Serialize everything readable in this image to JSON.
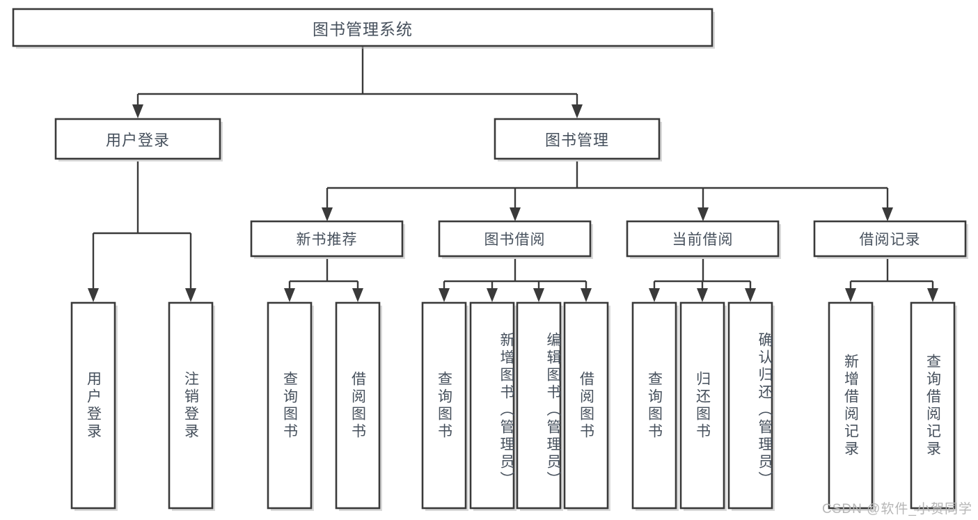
{
  "diagram": {
    "title": "图书管理系统",
    "type": "tree",
    "orientation": "top-down",
    "colors": {
      "border": "#3a3a3a",
      "fill": "#ffffff",
      "text": "#46505c",
      "background": "#ffffff",
      "watermark": "#b6b6b6"
    },
    "root": {
      "label": "图书管理系统"
    },
    "level2": [
      {
        "label": "用户登录"
      },
      {
        "label": "图书管理"
      }
    ],
    "level3": [
      {
        "label": "新书推荐"
      },
      {
        "label": "图书借阅"
      },
      {
        "label": "当前借阅"
      },
      {
        "label": "借阅记录"
      }
    ],
    "leaves": {
      "user_login": [
        {
          "label": "用户登录"
        },
        {
          "label": "注销登录"
        }
      ],
      "new_book": [
        {
          "label": "查询图书"
        },
        {
          "label": "借阅图书"
        }
      ],
      "book_borrow": [
        {
          "label": "查询图书"
        },
        {
          "label": "新增图书（管理员）"
        },
        {
          "label": "编辑图书（管理员）"
        },
        {
          "label": "借阅图书"
        }
      ],
      "current_borrow": [
        {
          "label": "查询图书"
        },
        {
          "label": "归还图书"
        },
        {
          "label": "确认归还（管理员）"
        }
      ],
      "borrow_record": [
        {
          "label": "新增借阅记录"
        },
        {
          "label": "查询借阅记录"
        }
      ]
    }
  },
  "watermark": {
    "text": "CSDN @软件_小贺同学"
  }
}
